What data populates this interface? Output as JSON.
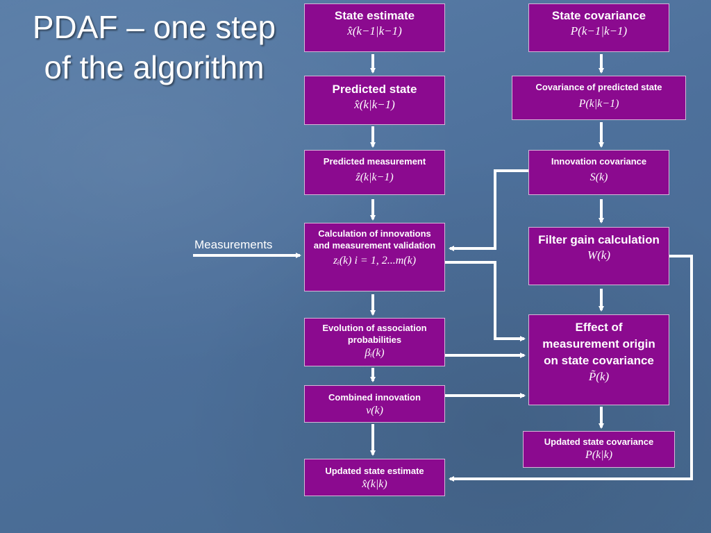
{
  "slide": {
    "title_line1": "PDAF – one step",
    "title_line2": "of the algorithm"
  },
  "inputs": {
    "measurements": "Measurements"
  },
  "boxes": {
    "state_estimate": {
      "label": "State estimate",
      "formula": "x̂(k−1|k−1)"
    },
    "state_covariance": {
      "label": "State covariance",
      "formula": "P(k−1|k−1)"
    },
    "predicted_state": {
      "label": "Predicted state",
      "formula": "x̂(k|k−1)"
    },
    "covariance_predicted_state": {
      "label": "Covariance of predicted state",
      "formula": "P(k|k−1)"
    },
    "predicted_measurement": {
      "label": "Predicted measurement",
      "formula": "ẑ(k|k−1)"
    },
    "innovation_covariance": {
      "label": "Innovation covariance",
      "formula": "S(k)"
    },
    "innovation_calc": {
      "label": "Calculation of innovations and measurement validation",
      "formula": "zᵢ(k)  i = 1, 2...m(k)"
    },
    "filter_gain": {
      "label": "Filter gain calculation",
      "formula": "W(k)"
    },
    "association_probs": {
      "label": "Evolution of association probabilities",
      "formula": "βᵢ(k)"
    },
    "measurement_origin": {
      "label": "Effect of measurement origin on state covariance",
      "formula": "P̃(k)"
    },
    "combined_innovation": {
      "label": "Combined innovation",
      "formula": "v(k)"
    },
    "updated_covariance": {
      "label": "Updated state covariance",
      "formula": "P(k|k)"
    },
    "updated_estimate": {
      "label": "Updated state estimate",
      "formula": "x̂(k|k)"
    }
  },
  "colors": {
    "box_fill": "#8b0a8f",
    "background": "#4d709b",
    "arrow": "#ffffff"
  }
}
